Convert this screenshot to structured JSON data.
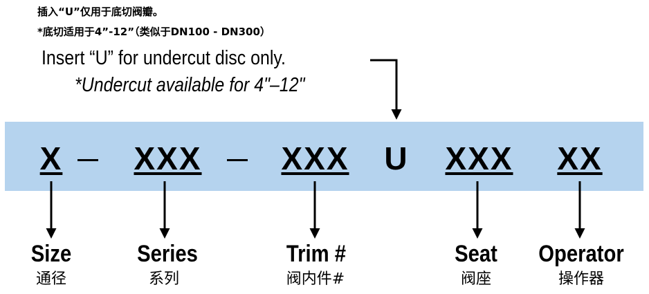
{
  "notes": {
    "chinese_line_1": "插入“U”仅用于底切阀瓣。",
    "chinese_line_2": "*底切适用于4”-12”（类似于DN100 - DN300）",
    "english_line_1": "Insert “U” for undercut disc only.",
    "english_line_2": "*Undercut available for 4\"–12\""
  },
  "code": {
    "size": "X",
    "separator_1": "–",
    "series": "XXX",
    "separator_2": "–",
    "trim": "XXX",
    "undercut": "U",
    "seat": "XXX",
    "operator": "XX"
  },
  "labels": {
    "size": {
      "en": "Size",
      "cn": "通径"
    },
    "series": {
      "en": "Series",
      "cn": "系列"
    },
    "trim": {
      "en": "Trim #",
      "cn": "阀内件#"
    },
    "seat": {
      "en": "Seat",
      "cn": "阀座"
    },
    "operator": {
      "en": "Operator",
      "cn": "操作器"
    }
  },
  "colors": {
    "band": "#b5d3ee",
    "text": "#000000"
  }
}
